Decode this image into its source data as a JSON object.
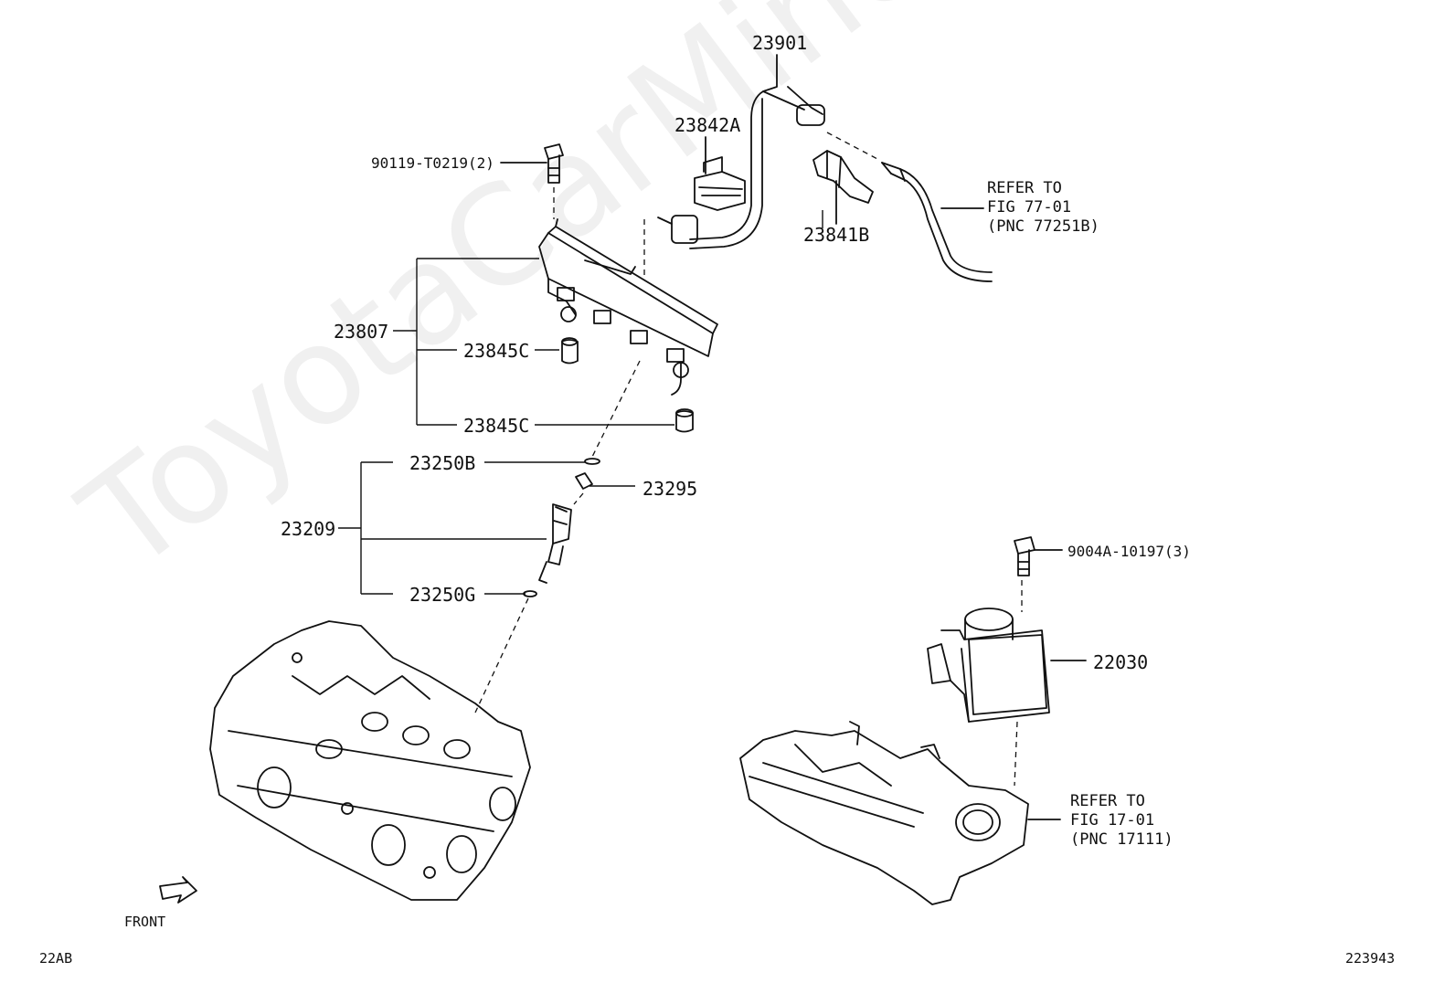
{
  "watermark": "ToyotaCarMine.ru",
  "part_labels": {
    "p23901": "23901",
    "p23842A": "23842A",
    "p90119": "90119-T0219(2)",
    "p23841B": "23841B",
    "p23807": "23807",
    "p23845C_top": "23845C",
    "p23845C_bottom": "23845C",
    "p23250B": "23250B",
    "p23295": "23295",
    "p23209": "23209",
    "p23250G": "23250G",
    "p9004A": "9004A-10197(3)",
    "p22030": "22030"
  },
  "references": {
    "fuel_line": [
      "REFER TO",
      "FIG 77-01",
      "(PNC 77251B)"
    ],
    "intake_manifold": [
      "REFER TO",
      "FIG 17-01",
      "(PNC 17111)"
    ]
  },
  "front_label": "FRONT",
  "footer": {
    "left_code": "22AB",
    "right_code": "223943"
  }
}
